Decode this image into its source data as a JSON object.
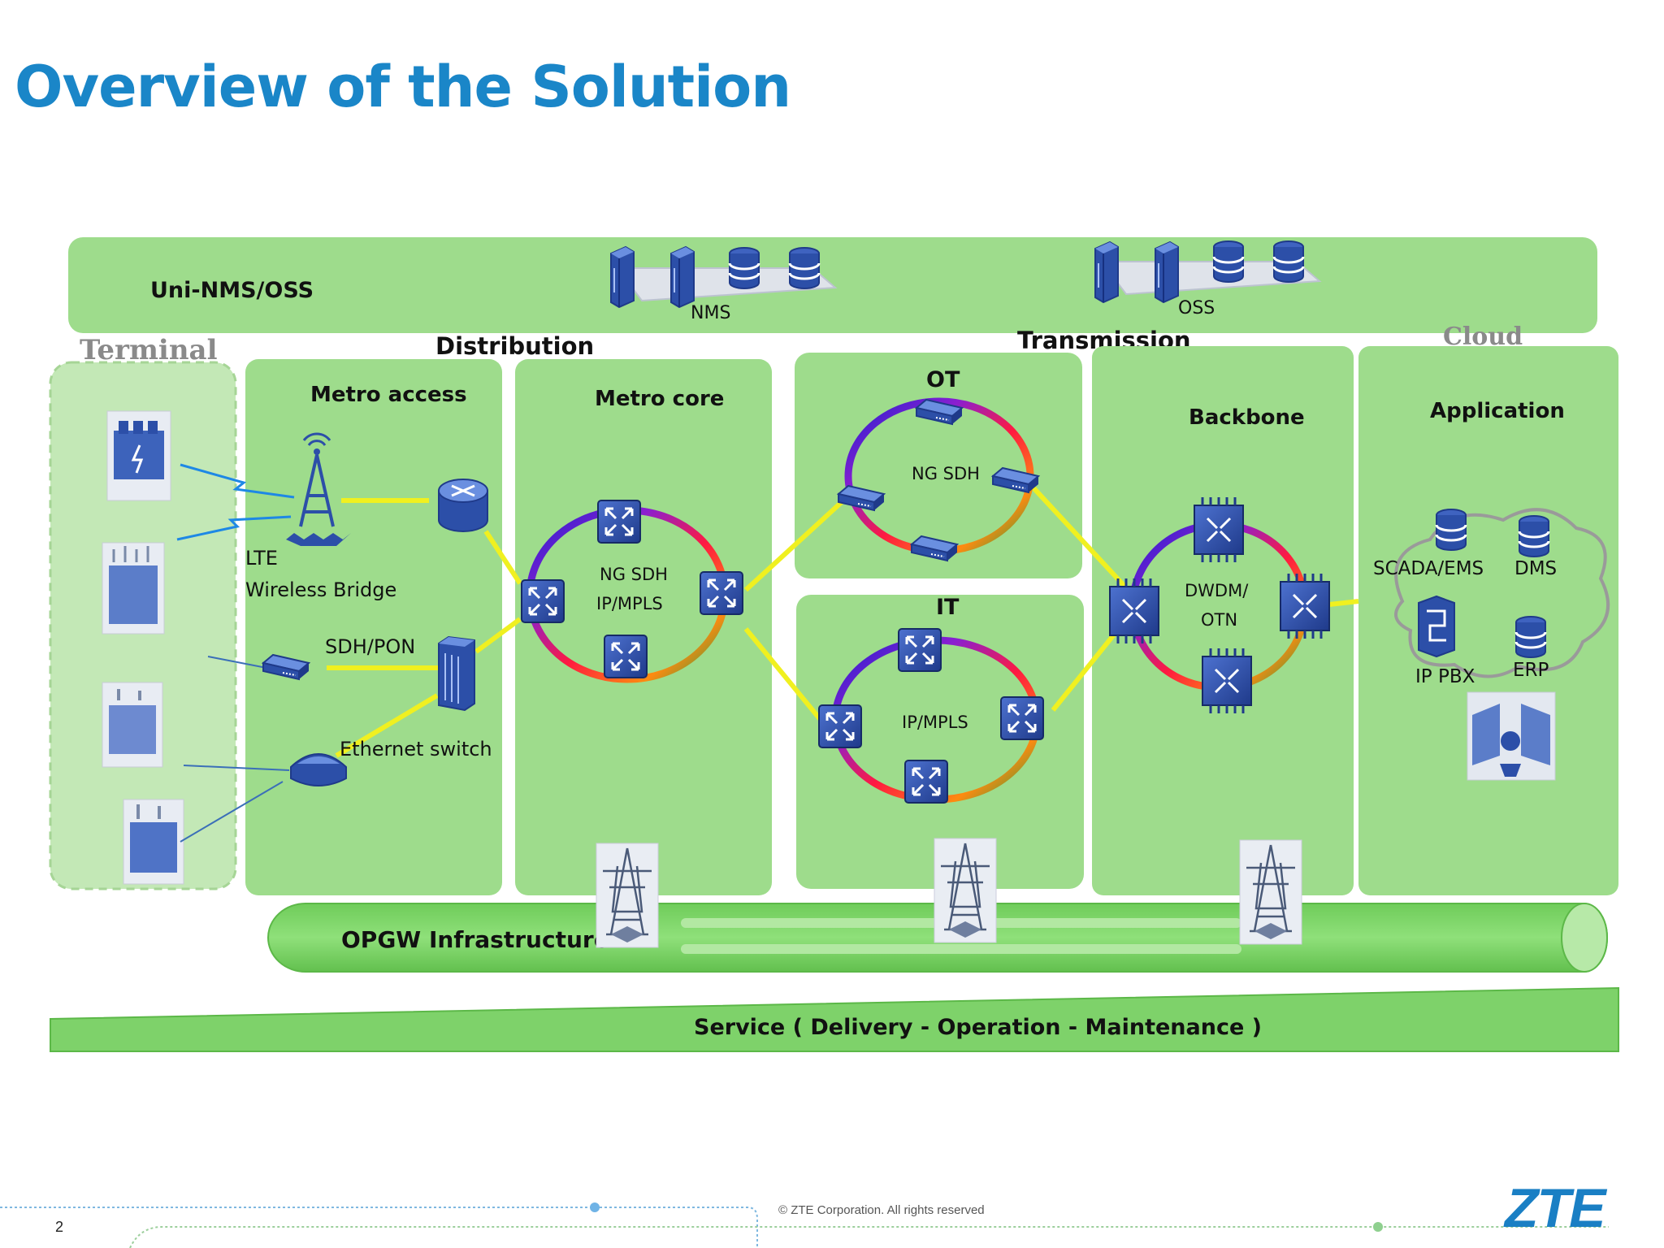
{
  "page": {
    "title": "Overview of the Solution",
    "copyright": "© ZTE Corporation. All rights reserved",
    "page_number": "2",
    "logo_text": "ZTE"
  },
  "top_bar": {
    "label": "Uni-NMS/OSS",
    "nms_label": "NMS",
    "oss_label": "OSS"
  },
  "headings": {
    "terminal": "Terminal",
    "distribution": "Distribution",
    "transmission": "Transmission",
    "cloud": "Cloud"
  },
  "panels": {
    "metro_access": {
      "title": "Metro access",
      "lte": "LTE",
      "wireless_bridge": "Wireless Bridge",
      "sdh_pon": "SDH/PON",
      "ethernet_switch": "Ethernet switch"
    },
    "metro_core": {
      "title": "Metro core",
      "ring_line1": "NG SDH",
      "ring_line2": "IP/MPLS"
    },
    "ot": {
      "title": "OT",
      "ring": "NG SDH"
    },
    "it": {
      "title": "IT",
      "ring": "IP/MPLS"
    },
    "backbone": {
      "title": "Backbone",
      "ring_line1": "DWDM/",
      "ring_line2": "OTN"
    },
    "application": {
      "title": "Application",
      "scada": "SCADA/EMS",
      "dms": "DMS",
      "ip_pbx": "IP PBX",
      "erp": "ERP"
    }
  },
  "opgw": {
    "label": "OPGW Infrastructure"
  },
  "service": {
    "label": "Service ( Delivery - Operation - Maintenance )"
  },
  "colors": {
    "title_blue": "#1a86c8",
    "panel_green": "#9edc8c",
    "bar_green": "#7ed26a",
    "link_yellow": "#f0f020",
    "device_blue": "#2c4fa8"
  }
}
